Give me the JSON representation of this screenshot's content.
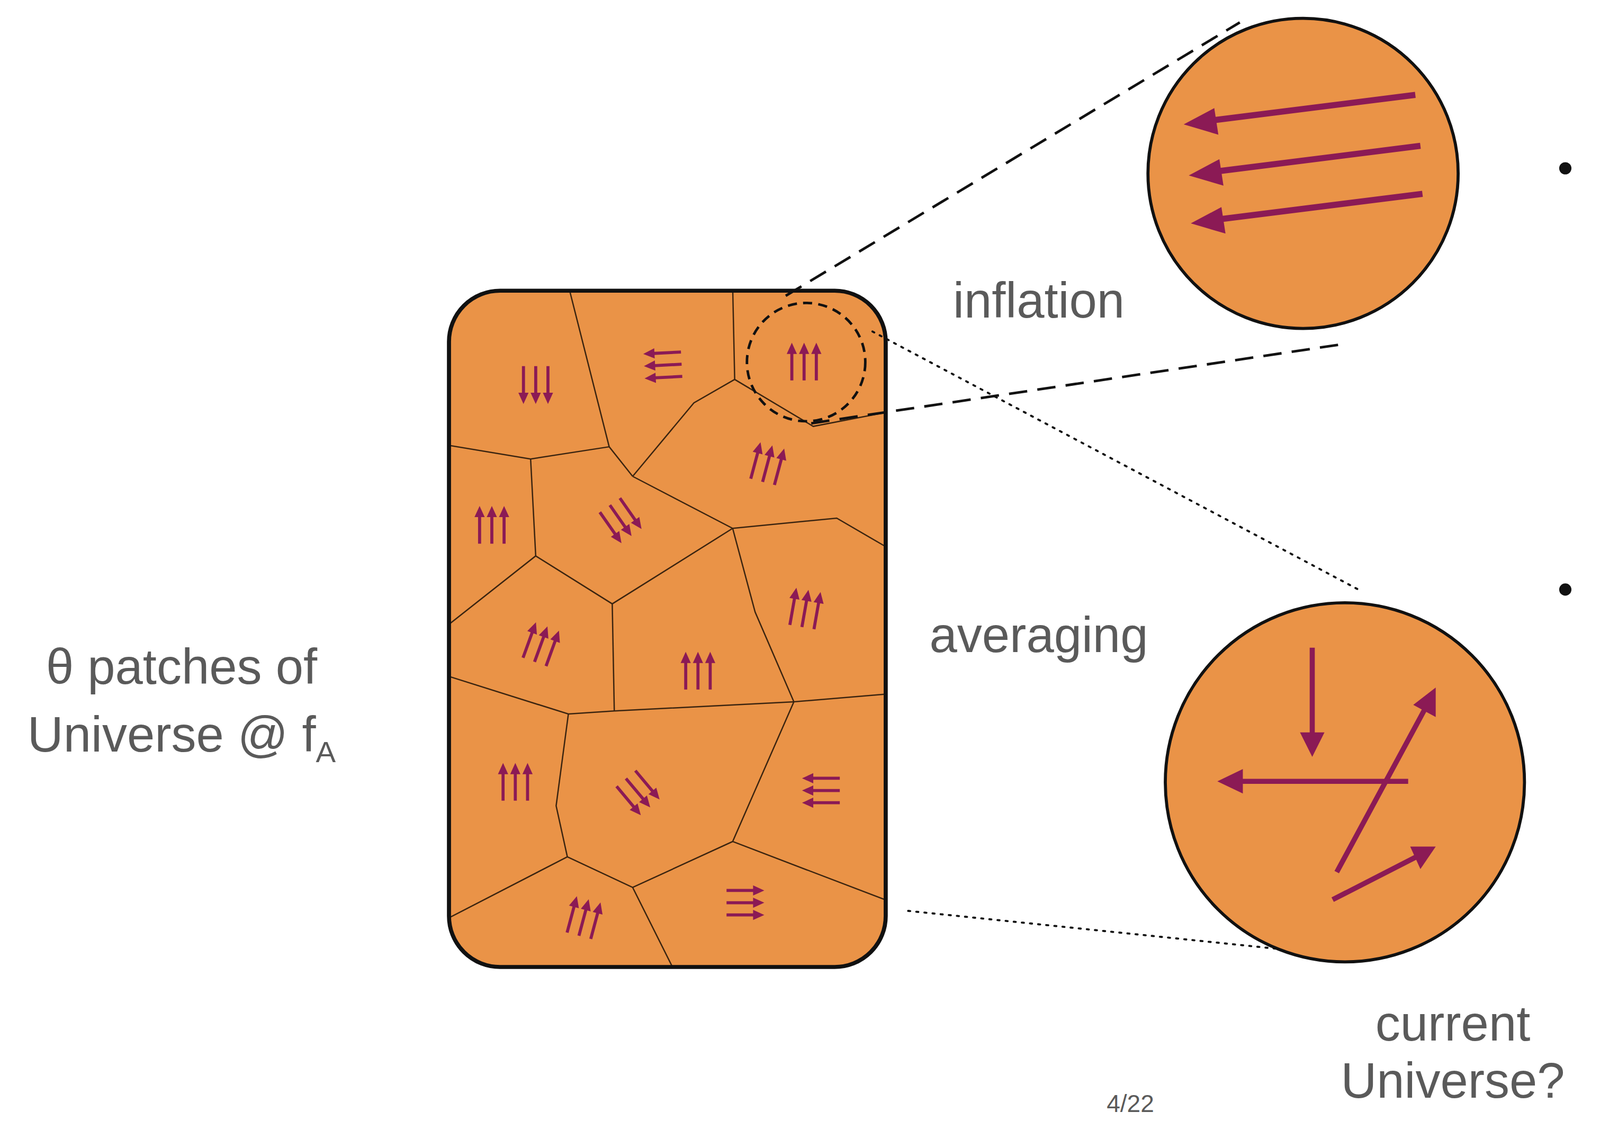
{
  "diagram": {
    "labels": [
      "θ patches of Universe @ f",
      "A",
      "inflation",
      "averaging",
      "current Universe?",
      "4/22"
    ]
  }
}
